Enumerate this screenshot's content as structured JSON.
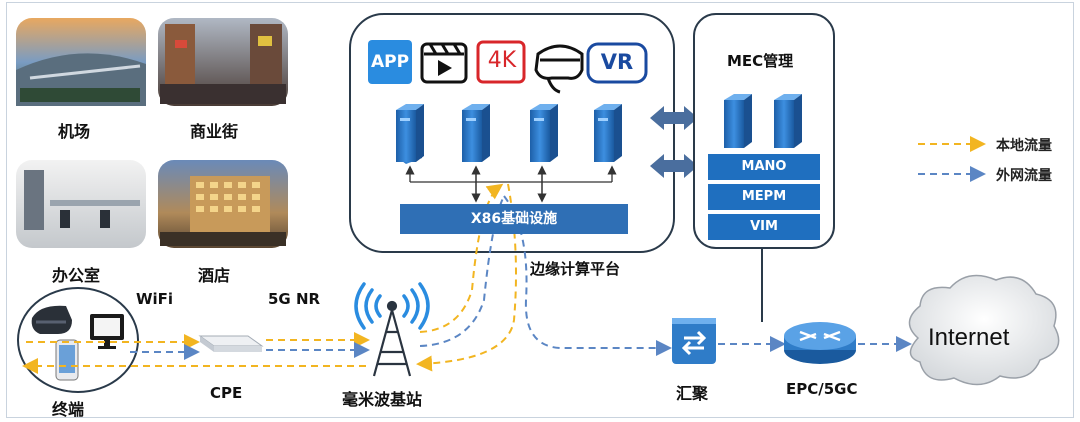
{
  "scenes": {
    "airport": "机场",
    "street": "商业街",
    "office": "办公室",
    "hotel": "酒店"
  },
  "apps": {
    "app": "APP",
    "k4": "4K",
    "vr": "VR"
  },
  "edge": {
    "x86": "X86基础设施",
    "title": "边缘计算平台"
  },
  "mec": {
    "title": "MEC管理",
    "bars": [
      "MANO",
      "MEPM",
      "VIM"
    ]
  },
  "legend": {
    "local": "本地流量",
    "external": "外网流量"
  },
  "network": {
    "wifi": "WiFi",
    "nr": "5G NR",
    "terminal": "终端",
    "cpe": "CPE",
    "station": "毫米波基站",
    "aggregation": "汇聚",
    "core": "EPC/5GC",
    "internet": "Internet"
  },
  "colors": {
    "local_flow": "#f2b521",
    "external_flow": "#5b86c4",
    "server_blue": "#2a78c8"
  }
}
